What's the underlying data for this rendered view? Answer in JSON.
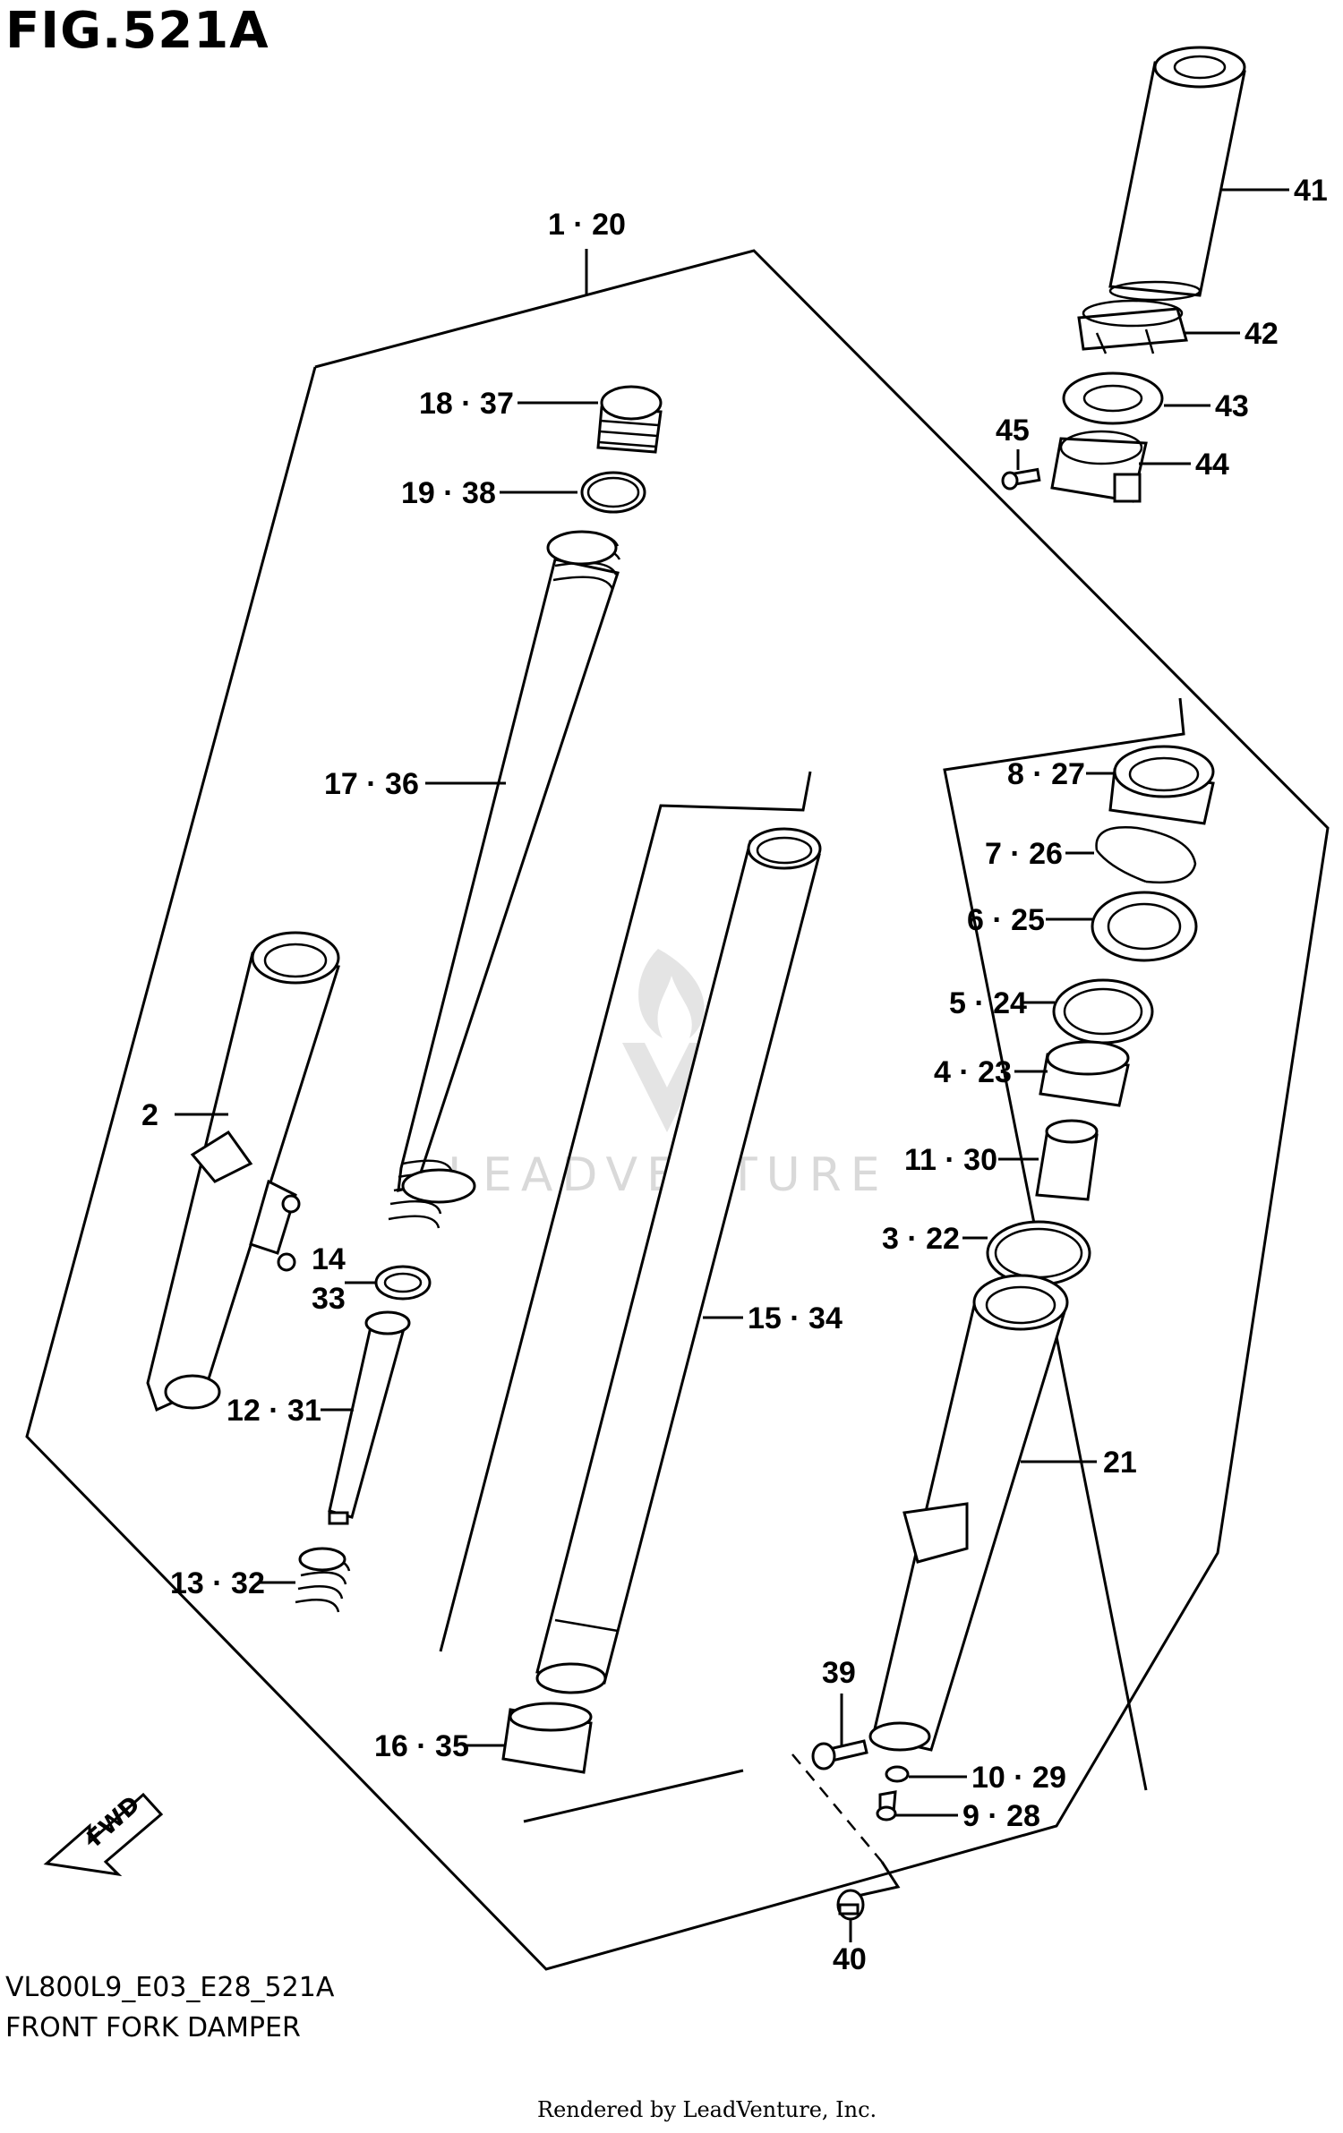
{
  "figure": {
    "title": "FIG.521A",
    "model_code": "VL800L9_E03_E28_521A",
    "name": "FRONT FORK DAMPER",
    "credit": "Rendered by LeadVenture, Inc."
  },
  "watermark": {
    "text": "LEADVENTURE"
  },
  "direction_marker": {
    "label": "FWD"
  },
  "callouts": {
    "c1_20": "1 · 20",
    "c2": "2",
    "c3_22": "3 · 22",
    "c4_23": "4 · 23",
    "c5_24": "5 · 24",
    "c6_25": "6 · 25",
    "c7_26": "7 · 26",
    "c8_27": "8 · 27",
    "c9_28": "9 · 28",
    "c10_29": "10 · 29",
    "c11_30": "11 · 30",
    "c12_31": "12 · 31",
    "c13_32": "13 · 32",
    "c14": "14",
    "c33": "33",
    "c15_34": "15 · 34",
    "c16_35": "16 · 35",
    "c17_36": "17 · 36",
    "c18_37": "18 · 37",
    "c19_38": "19 · 38",
    "c21": "21",
    "c39": "39",
    "c40": "40",
    "c41": "41",
    "c42": "42",
    "c43": "43",
    "c44": "44",
    "c45": "45"
  }
}
